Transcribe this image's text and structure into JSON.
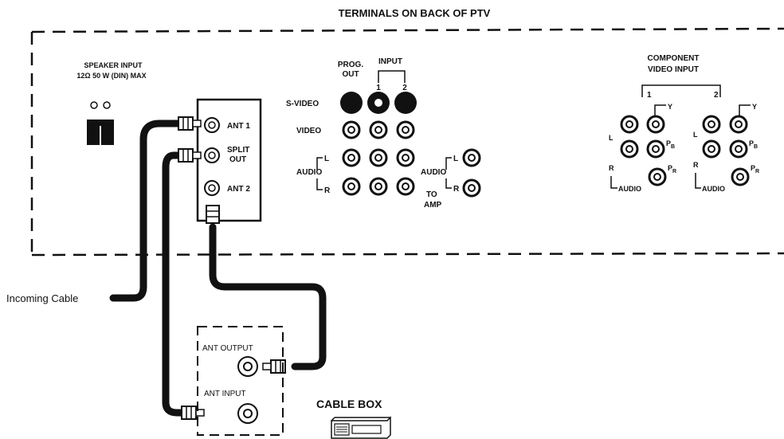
{
  "title": "TERMINALS ON BACK OF PTV",
  "speaker": {
    "line1": "SPEAKER INPUT",
    "line2": "12Ω     50 W (DIN) MAX"
  },
  "antenna_block": {
    "ant1": "ANT 1",
    "split": "SPLIT",
    "out": "OUT",
    "ant2": "ANT 2"
  },
  "av_panel": {
    "prog": "PROG.",
    "prog_out": "OUT",
    "input": "INPUT",
    "input_1": "1",
    "input_2": "2",
    "svideo": "S-VIDEO",
    "video": "VIDEO",
    "audio": "AUDIO",
    "l": "L",
    "r": "R",
    "amp_audio": "AUDIO",
    "to": "TO",
    "amp": "AMP"
  },
  "component": {
    "line1": "COMPONENT",
    "line2": "VIDEO INPUT",
    "group1": "1",
    "group2": "2",
    "y": "Y",
    "pb": "P",
    "pb_sub": "B",
    "pr": "P",
    "pr_sub": "R",
    "l": "L",
    "r": "R",
    "audio": "AUDIO"
  },
  "incoming_cable": "Incoming Cable",
  "cable_box": {
    "label": "CABLE BOX",
    "ant_output": "ANT OUTPUT",
    "ant_input": "ANT INPUT"
  }
}
